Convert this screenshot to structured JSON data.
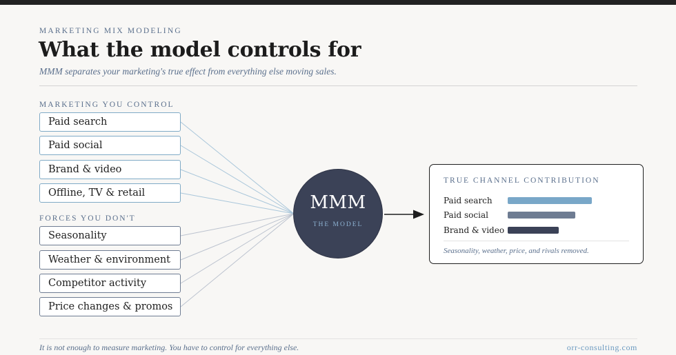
{
  "header": {
    "eyebrow": "MARKETING MIX MODELING",
    "title": "What the model controls for",
    "subtitle": "MMM separates your marketing's true effect from everything else moving sales."
  },
  "inputs": {
    "control_label": "MARKETING YOU CONTROL",
    "control_items": [
      "Paid search",
      "Paid social",
      "Brand & video",
      "Offline, TV & retail"
    ],
    "forces_label": "FORCES YOU DON'T",
    "forces_items": [
      "Seasonality",
      "Weather & environment",
      "Competitor activity",
      "Price changes & promos"
    ]
  },
  "model": {
    "title": "MMM",
    "subtitle": "THE MODEL"
  },
  "output": {
    "title": "TRUE CHANNEL CONTRIBUTION",
    "rows": [
      {
        "label": "Paid search",
        "value": 1.0,
        "color": "#79a7c8"
      },
      {
        "label": "Paid social",
        "value": 0.8,
        "color": "#6e7c92"
      },
      {
        "label": "Brand & video",
        "value": 0.61,
        "color": "#3b4257"
      }
    ],
    "note": "Seasonality, weather, price, and rivals removed."
  },
  "footer": {
    "left": "It is not enough to measure marketing. You have to control for everything else.",
    "right": "orr-consulting.com"
  },
  "colors": {
    "control_border": "#7faac6",
    "force_border": "#6e7c92",
    "control_line": "#a9c6da",
    "force_line": "#bcc3cf",
    "model_fill": "#3b4257",
    "accent": "#5a6f8c",
    "link": "#6b9ac0"
  }
}
